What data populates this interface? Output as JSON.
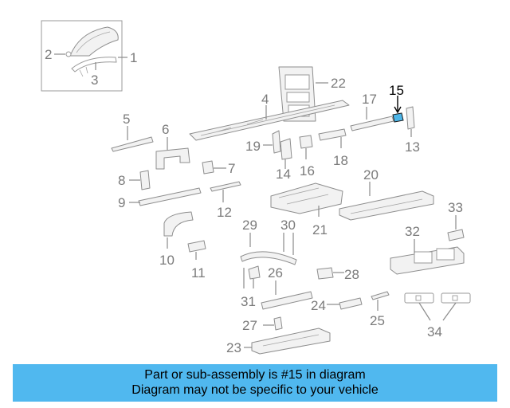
{
  "callouts": {
    "c1": "1",
    "c2": "2",
    "c3": "3",
    "c4": "4",
    "c5": "5",
    "c6": "6",
    "c7": "7",
    "c8": "8",
    "c9": "9",
    "c10": "10",
    "c11": "11",
    "c12": "12",
    "c13": "13",
    "c14": "14",
    "c15": "15",
    "c16": "16",
    "c17": "17",
    "c18": "18",
    "c19": "19",
    "c20": "20",
    "c21": "21",
    "c22": "22",
    "c23": "23",
    "c24": "24",
    "c25": "25",
    "c26": "26",
    "c27": "27",
    "c28": "28",
    "c29": "29",
    "c30": "30",
    "c31": "31",
    "c32": "32",
    "c33": "33",
    "c34": "34"
  },
  "highlighted_part": "15",
  "colors": {
    "banner": "#50b8ef",
    "highlight": "#4db6e8",
    "lines": "#8e8e8e"
  },
  "banner": {
    "line1": "Part or sub-assembly is #15 in diagram",
    "line2": "Diagram may not be specific to your vehicle"
  }
}
